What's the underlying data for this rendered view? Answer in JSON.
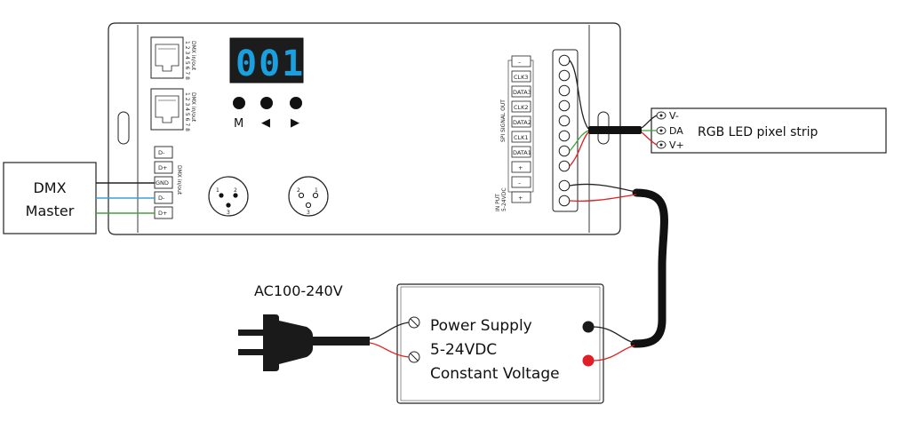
{
  "controller": {
    "display": "001",
    "buttons": {
      "mode": "M",
      "prev": "◀",
      "next": "▶"
    },
    "rj45_top_label": "DMX in/out",
    "rj45_bottom_label": "DMX in/out",
    "rj45_pins": "1 2 3 4 5 6 7 8",
    "dmx_terminal_label": "DMX in/out",
    "dmx_terminals": [
      "D-",
      "D+",
      "GND",
      "D-",
      "D+"
    ],
    "xlr_pins": [
      "1",
      "2",
      "3"
    ],
    "xlr2_pins": [
      "2",
      "1",
      "3"
    ],
    "spi_label": "SPI SIGNAL OUT",
    "spi_terminals": [
      "–",
      "CLK3",
      "DATA3",
      "CLK2",
      "DATA2",
      "CLK1",
      "DATA1",
      "+"
    ],
    "input_label_line1": "IN PUT",
    "input_label_line2": "5-24VDC",
    "input_terminals": [
      "–",
      "+"
    ]
  },
  "dmx_master": {
    "line1": "DMX",
    "line2": "Master"
  },
  "led_strip": {
    "label": "RGB LED pixel strip",
    "pins": [
      "V-",
      "DA",
      "V+"
    ]
  },
  "ac_label": "AC100-240V",
  "power_supply": {
    "line1": "Power Supply",
    "line2": "5-24VDC",
    "line3": "Constant Voltage"
  },
  "colors": {
    "outline": "#222222",
    "display_bg": "#1c1c1c",
    "display_digits": "#18a0e0",
    "wire_blue": "#3aa0d8",
    "wire_green": "#3aa53a",
    "wire_red": "#e02020",
    "terminal_red": "#e01e26"
  }
}
